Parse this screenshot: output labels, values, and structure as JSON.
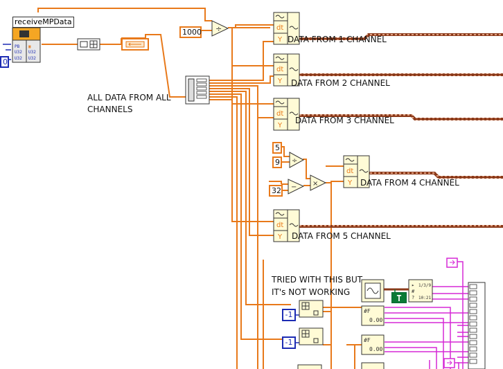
{
  "subvi": {
    "title": "receiveMPData"
  },
  "constants": {
    "ms_divisor": "1000",
    "zero": "0",
    "five": "5",
    "nine": "9",
    "thirty_two": "32",
    "neg_one_a": "-1",
    "neg_one_b": "-1"
  },
  "labels": {
    "all_data_line1": "ALL DATA FROM ALL",
    "all_data_line2": "CHANNELS",
    "ch1": "DATA FROM 1 CHANNEL",
    "ch2": "DATA FROM 2 CHANNEL",
    "ch3": "DATA FROM 3 CHANNEL",
    "ch4": "DATA FROM 4 CHANNEL",
    "ch5": "DATA FROM 5 CHANNEL",
    "tried_line1": "TRIED WITH THIS BUT",
    "tried_line2": "IT's NOT WORKING"
  },
  "boolean_constant": "T",
  "colors": {
    "wire_orange": "#e8791a",
    "wire_pink": "#d629d6",
    "wire_brown": "#8b3a1a",
    "const_blue": "#1c2bb3",
    "bool_green": "#0b7a36",
    "subvi_yellow": "#f5a623"
  }
}
